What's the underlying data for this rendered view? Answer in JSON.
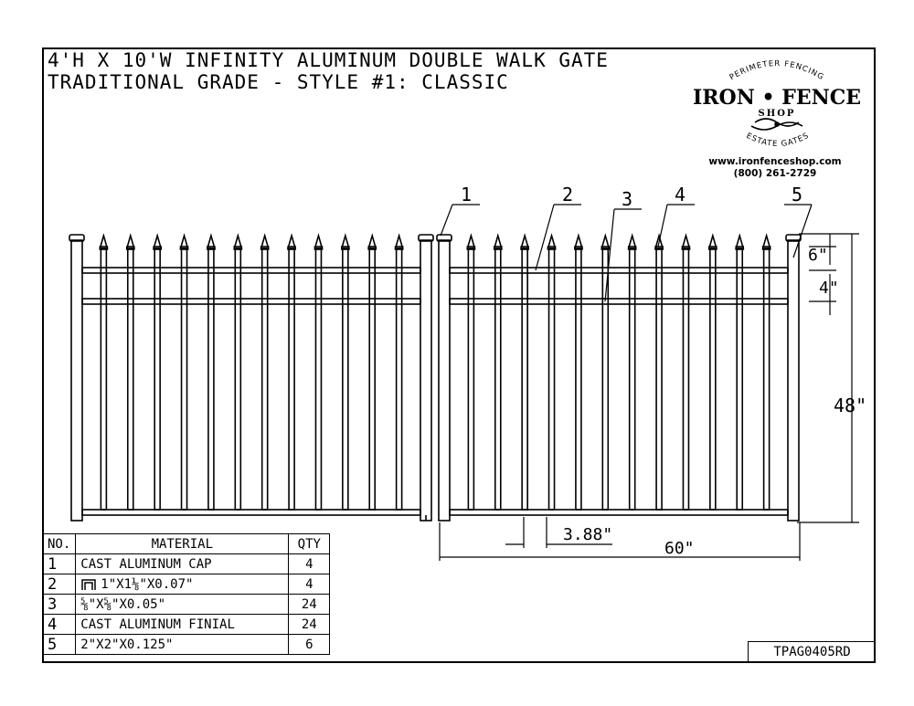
{
  "title": {
    "line1": "4'H X 10'W INFINITY ALUMINUM DOUBLE WALK GATE",
    "line2": "TRADITIONAL GRADE - STYLE #1: CLASSIC"
  },
  "logo": {
    "arc_top": "PERIMETER FENCING",
    "main": "IRON • FENCE",
    "sub": "SHOP",
    "arc_bottom": "ESTATE GATES"
  },
  "contact": {
    "website": "www.ironfenceshop.com",
    "phone": "(800) 261-2729"
  },
  "callouts": [
    "1",
    "2",
    "3",
    "4",
    "5"
  ],
  "dimensions": {
    "finial_height": "6\"",
    "rail_spacing": "4\"",
    "height": "48\"",
    "picket_spacing": "3.88\"",
    "panel_width": "60\""
  },
  "bom": {
    "headers": {
      "no": "NO.",
      "material": "MATERIAL",
      "qty": "QTY"
    },
    "rows": [
      {
        "no": "1",
        "material": "CAST ALUMINUM CAP",
        "qty": "4"
      },
      {
        "no": "2",
        "material": "1\"X1⅛\"X0.07\"",
        "qty": "4",
        "icon": "u-channel-icon"
      },
      {
        "no": "3",
        "material": "⅝\"X⅝\"X0.05\"",
        "qty": "24"
      },
      {
        "no": "4",
        "material": "CAST ALUMINUM FINIAL",
        "qty": "24"
      },
      {
        "no": "5",
        "material": "2\"X2\"X0.125\"",
        "qty": "6"
      }
    ]
  },
  "part_number": "TPAG0405RD"
}
